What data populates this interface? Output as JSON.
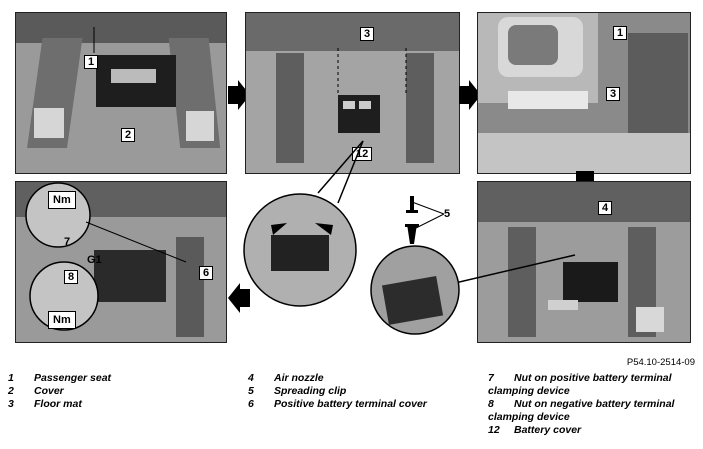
{
  "figure_ref": "P54.10-2514-09",
  "callouts": {
    "p1": [
      "1",
      "2"
    ],
    "p2": [
      "3",
      "12"
    ],
    "p3": [
      "1",
      "3"
    ],
    "p4": [
      "4"
    ],
    "p5": [
      "7",
      "8",
      "G1",
      "6"
    ],
    "clip": "5"
  },
  "nm_label": "Nm",
  "legend": [
    {
      "num": "1",
      "text": "Passenger seat"
    },
    {
      "num": "2",
      "text": "Cover"
    },
    {
      "num": "3",
      "text": "Floor mat"
    },
    {
      "num": "4",
      "text": "Air nozzle"
    },
    {
      "num": "5",
      "text": "Spreading clip"
    },
    {
      "num": "6",
      "text": "Positive battery terminal cover"
    },
    {
      "num": "7",
      "text": "Nut on positive battery terminal clamping device"
    },
    {
      "num": "8",
      "text": "Nut on negative battery terminal clamping device"
    },
    {
      "num": "12",
      "text": "Battery cover"
    }
  ]
}
